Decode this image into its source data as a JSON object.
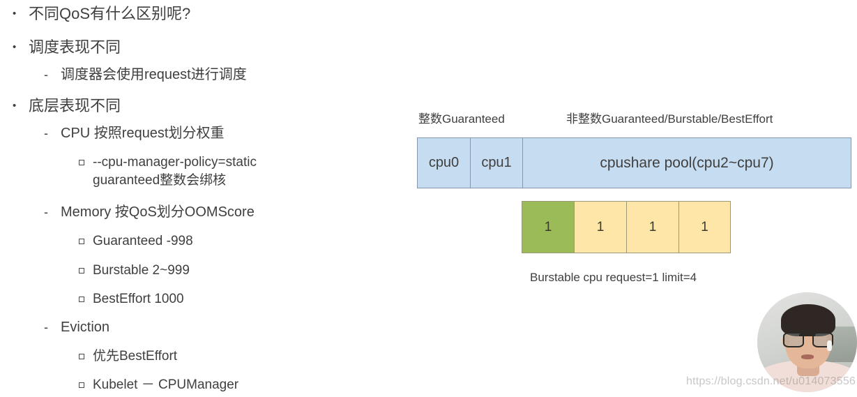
{
  "slide": {
    "background": "#ffffff",
    "text_color": "#3f3f3f"
  },
  "outline": {
    "items": [
      {
        "level": 1,
        "marker": "•",
        "text": "不同QoS有什么区别呢?"
      },
      {
        "level": 1,
        "marker": "•",
        "text": "调度表现不同"
      },
      {
        "level": 2,
        "marker": "-",
        "text": "调度器会使用request进行调度"
      },
      {
        "level": 1,
        "marker": "•",
        "text": "底层表现不同"
      },
      {
        "level": 2,
        "marker": "-",
        "text": "CPU 按照request划分权重"
      },
      {
        "level": 3,
        "marker": "▫",
        "text": "--cpu-manager-policy=static",
        "text2": "guaranteed整数会绑核"
      },
      {
        "level": 2,
        "marker": "-",
        "text": "Memory 按QoS划分OOMScore"
      },
      {
        "level": 3,
        "marker": "▫",
        "text": "Guaranteed -998"
      },
      {
        "level": 3,
        "marker": "▫",
        "text": "Burstable 2~999"
      },
      {
        "level": 3,
        "marker": "▫",
        "text": "BestEffort 1000"
      },
      {
        "level": 2,
        "marker": "-",
        "text": "Eviction"
      },
      {
        "level": 3,
        "marker": "▫",
        "text": "优先BestEffort"
      },
      {
        "level": 3,
        "marker": "▫",
        "text": "Kubelet － CPUManager"
      }
    ]
  },
  "diagram": {
    "labels": {
      "left": "整数Guaranteed",
      "right": "非整数Guaranteed/Burstable/BestEffort"
    },
    "cpu_bar": {
      "fill_color": "#c6dcf0",
      "border_color": "#8496b0",
      "cells": [
        {
          "label": "cpu0"
        },
        {
          "label": "cpu1"
        },
        {
          "label": "cpushare pool(cpu2~cpu7)"
        }
      ]
    },
    "quota_boxes": {
      "green_color": "#9bbb59",
      "yellow_color": "#fde6a8",
      "boxes": [
        {
          "value": "1",
          "color": "green"
        },
        {
          "value": "1",
          "color": "yellow"
        },
        {
          "value": "1",
          "color": "yellow"
        },
        {
          "value": "1",
          "color": "yellow"
        }
      ]
    },
    "caption": "Burstable cpu request=1 limit=4"
  },
  "overlay": {
    "watermark": "https://blog.csdn.net/u014073556",
    "webcam_alt": "presenter-webcam"
  }
}
